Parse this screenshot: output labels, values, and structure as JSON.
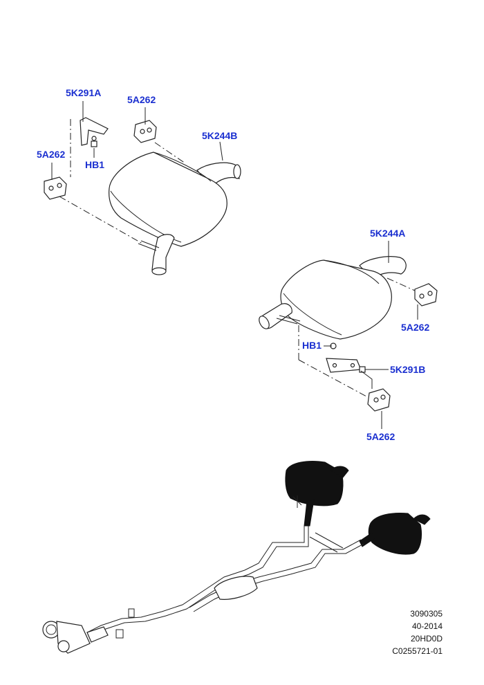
{
  "callouts": {
    "k291a": "5K291A",
    "a262_top": "5A262",
    "k244b": "5K244B",
    "a262_left": "5A262",
    "hb1_left": "HB1",
    "k244a": "5K244A",
    "a262_right": "5A262",
    "hb1_right": "HB1",
    "k291b": "5K291B",
    "a262_bottom": "5A262"
  },
  "reference": {
    "line1": "3090305",
    "line2": "40-2014",
    "line3": "20HD0D",
    "line4": "C0255721-01"
  },
  "colors": {
    "callout": "#1a2fd0",
    "line": "#222222",
    "highlight": "#111111"
  }
}
